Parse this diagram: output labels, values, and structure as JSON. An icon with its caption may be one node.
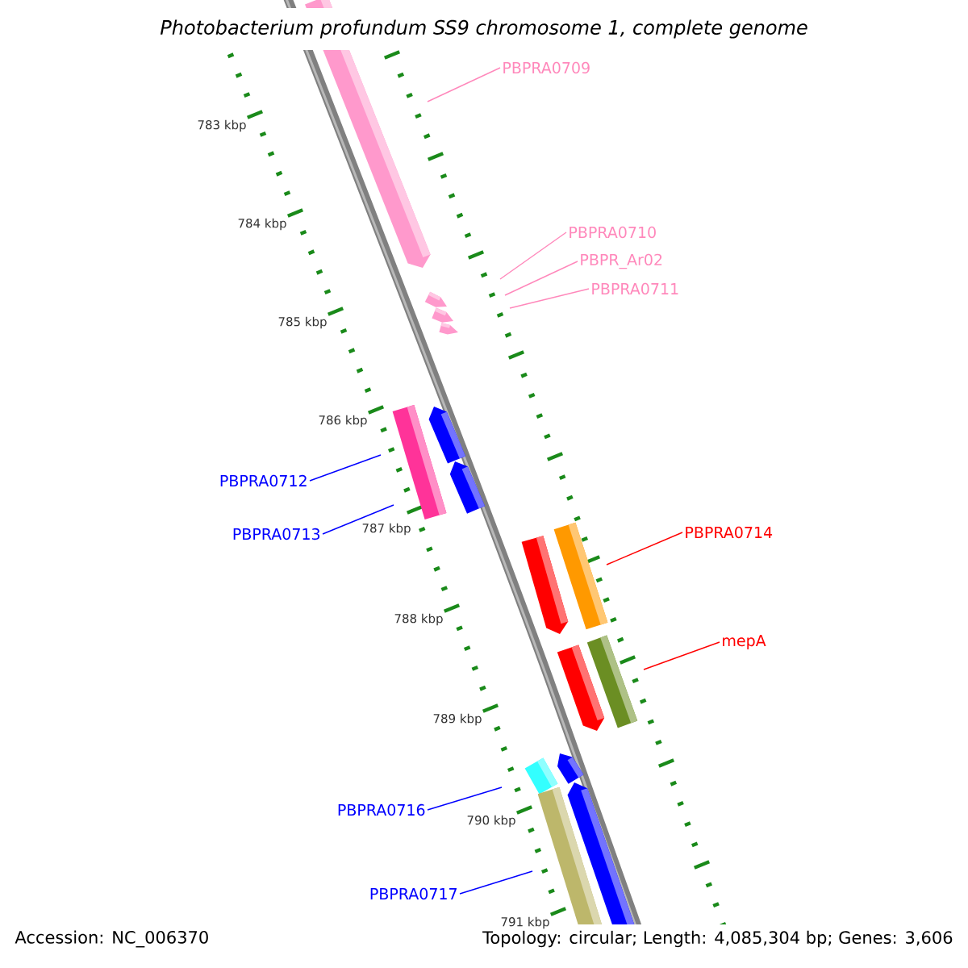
{
  "diagram": {
    "title": "Photobacterium profundum SS9 chromosome 1, complete genome",
    "nodes": [
      {
        "text": [
          "PBPRA0709"
        ]
      },
      {
        "text": [
          "PBPRA0710"
        ]
      },
      {
        "text": [
          "PBPR_Ar02"
        ]
      },
      {
        "text": [
          "PBPRA0711"
        ]
      },
      {
        "text": [
          "PBPRA0712"
        ]
      },
      {
        "text": [
          "PBPRA0713"
        ]
      },
      {
        "text": [
          "PBPRA0714"
        ]
      },
      {
        "text": [
          "mepA"
        ]
      },
      {
        "text": [
          "PBPRA0716"
        ]
      },
      {
        "text": [
          "PBPRA0717"
        ]
      }
    ],
    "edges": [
      {
        "from": 0,
        "to": null,
        "arrow": "none",
        "color": "#ff88bb"
      },
      {
        "from": 1,
        "to": null,
        "arrow": "none",
        "color": "#ff88bb"
      },
      {
        "from": 2,
        "to": null,
        "arrow": "none",
        "color": "#ff88bb"
      },
      {
        "from": 3,
        "to": null,
        "arrow": "none",
        "color": "#ff88bb"
      },
      {
        "from": 4,
        "to": null,
        "arrow": "none",
        "color": "#0000ff"
      },
      {
        "from": 5,
        "to": null,
        "arrow": "none",
        "color": "#0000ff"
      },
      {
        "from": 6,
        "to": null,
        "arrow": "none",
        "color": "#ff0000"
      },
      {
        "from": 7,
        "to": null,
        "arrow": "none",
        "color": "#ff0000"
      },
      {
        "from": 8,
        "to": null,
        "arrow": "none",
        "color": "#0000ff"
      },
      {
        "from": 9,
        "to": null,
        "arrow": "none",
        "color": "#0000ff"
      }
    ],
    "labels": [
      "783 kbp",
      "784 kbp",
      "785 kbp",
      "786 kbp",
      "787 kbp",
      "788 kbp",
      "789 kbp",
      "790 kbp",
      "791 kbp",
      "Accession: NC_006370",
      "Topology: circular; Length: 4,085,304 bp; Genes: 3,606"
    ]
  }
}
